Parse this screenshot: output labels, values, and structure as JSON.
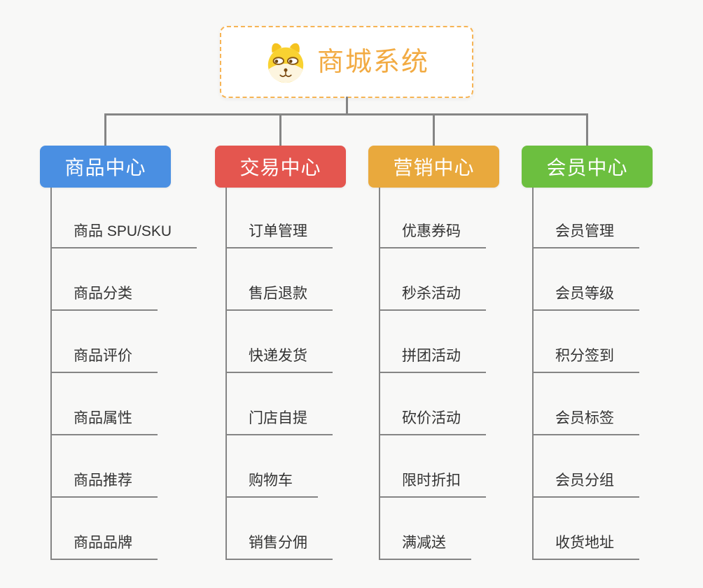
{
  "canvas": {
    "background": "#f8f8f7",
    "connector_color": "#858585"
  },
  "root": {
    "title": "商城系统",
    "icon": "dog-face-icon",
    "text_color": "#f2ab43",
    "border_color": "#f6b455"
  },
  "branches": [
    {
      "label": "商品中心",
      "color": "#4a8fe2",
      "children": [
        "商品 SPU/SKU",
        "商品分类",
        "商品评价",
        "商品属性",
        "商品推荐",
        "商品品牌"
      ]
    },
    {
      "label": "交易中心",
      "color": "#e4564f",
      "children": [
        "订单管理",
        "售后退款",
        "快递发货",
        "门店自提",
        "购物车",
        "销售分佣"
      ]
    },
    {
      "label": "营销中心",
      "color": "#e9a93d",
      "children": [
        "优惠券码",
        "秒杀活动",
        "拼团活动",
        "砍价活动",
        "限时折扣",
        "满减送"
      ]
    },
    {
      "label": "会员中心",
      "color": "#6cbf3f",
      "children": [
        "会员管理",
        "会员等级",
        "积分签到",
        "会员标签",
        "会员分组",
        "收货地址"
      ]
    }
  ]
}
